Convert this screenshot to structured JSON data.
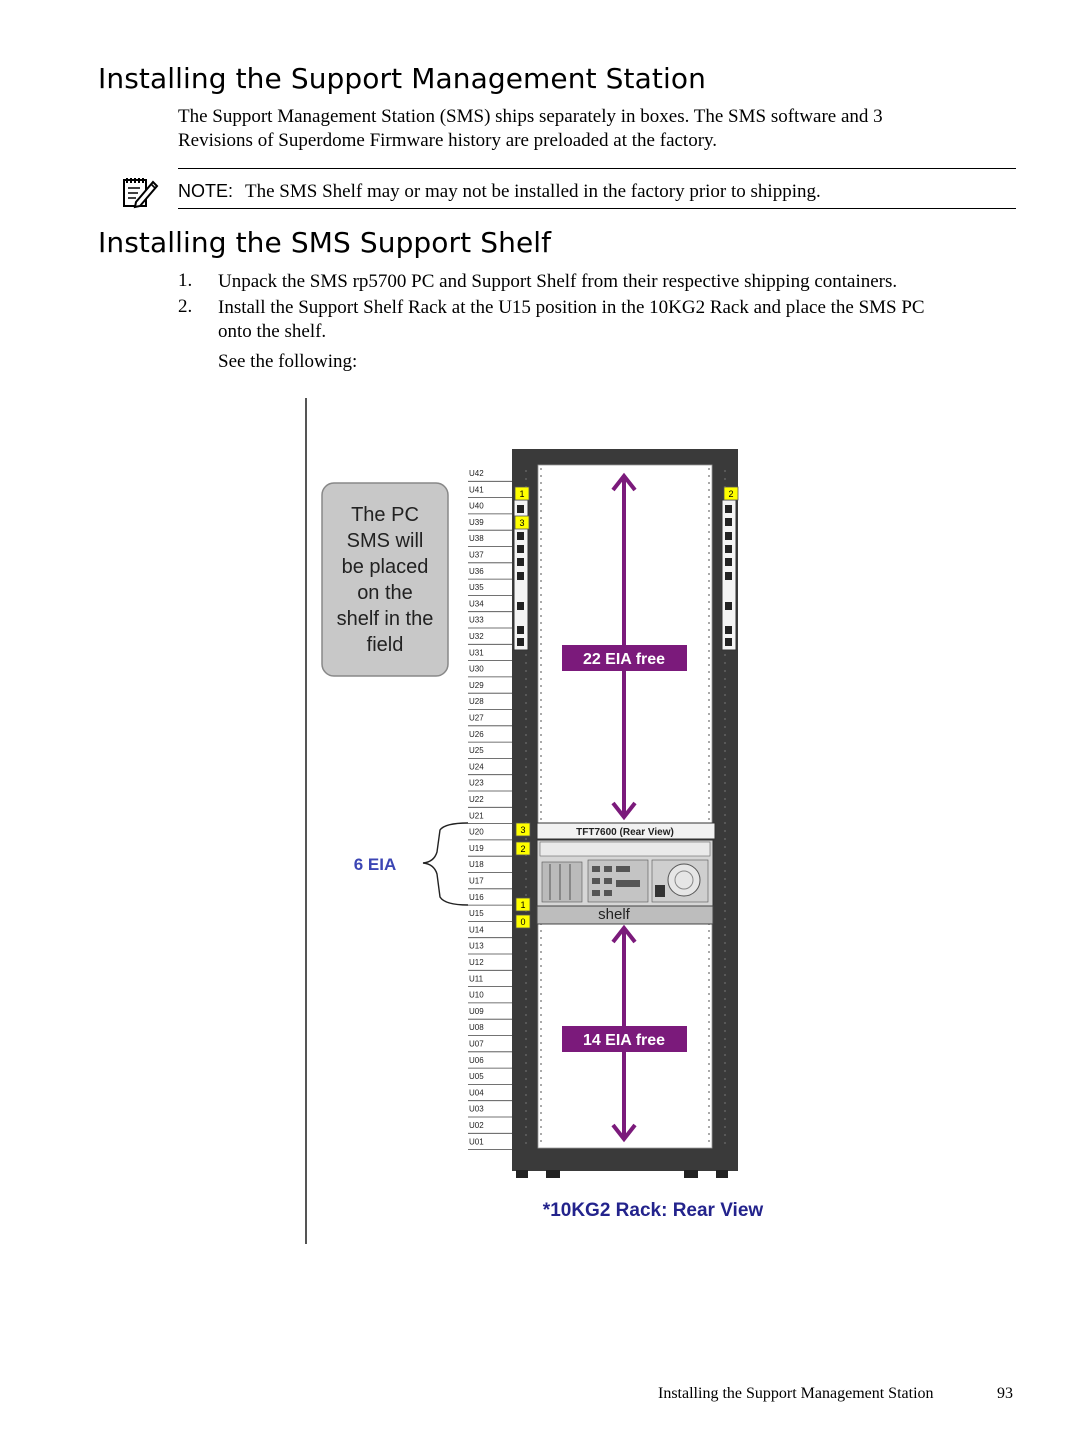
{
  "section1": {
    "title": "Installing the Support Management Station",
    "intro_line1": "The Support Management Station (SMS) ships separately in boxes. The SMS software and 3",
    "intro_line2": "Revisions of Superdome Firmware history are preloaded at the factory."
  },
  "note": {
    "icon": "note-pencil-icon",
    "label": "NOTE:",
    "text": "The SMS Shelf may or may not be installed in the factory prior to shipping."
  },
  "section2": {
    "title": "Installing the SMS Support Shelf",
    "steps": [
      {
        "num": "1.",
        "line1": "Unpack the SMS rp5700 PC and Support Shelf from their respective shipping containers."
      },
      {
        "num": "2.",
        "line1": "Install the Support Shelf Rack at the U15 position in the 10KG2 Rack and place the SMS PC",
        "line2": "onto the shelf."
      }
    ],
    "see_following": "See the following:"
  },
  "figure": {
    "callout_lines": [
      "The PC",
      "SMS will",
      "be placed",
      "on the",
      "shelf in the",
      "field"
    ],
    "units": [
      "U42",
      "U41",
      "U40",
      "U39",
      "U38",
      "U37",
      "U36",
      "U35",
      "U34",
      "U33",
      "U32",
      "U31",
      "U30",
      "U29",
      "U28",
      "U27",
      "U26",
      "U25",
      "U24",
      "U23",
      "U22",
      "U21",
      "U20",
      "U19",
      "U18",
      "U17",
      "U16",
      "U15",
      "U14",
      "U13",
      "U12",
      "U11",
      "U10",
      "U09",
      "U08",
      "U07",
      "U06",
      "U05",
      "U04",
      "U03",
      "U02",
      "U01"
    ],
    "top_free_label": "22 EIA free",
    "bottom_free_label": "14 EIA free",
    "six_eia_label": "6 EIA",
    "monitor_label": "TFT7600 (Rear View)",
    "shelf_label": "shelf",
    "caption": "*10KG2 Rack: Rear View",
    "tags": {
      "left_top_1": "1",
      "left_top_3": "3",
      "right_top_2": "2",
      "left_mid_3": "3",
      "left_mid_2": "2",
      "left_mid_1": "1",
      "left_mid_0": "0"
    },
    "colors": {
      "arrow": "#7b1a7b",
      "label_bg": "#7b1a7b",
      "rack_frame": "#3a3a3a",
      "tag_yellow": "#ffff00",
      "callout_bg": "#c8c8c8",
      "six_eia_text": "#3c46b4",
      "caption_text": "#23238c"
    }
  },
  "footer": {
    "title": "Installing the Support Management Station",
    "page": "93"
  }
}
